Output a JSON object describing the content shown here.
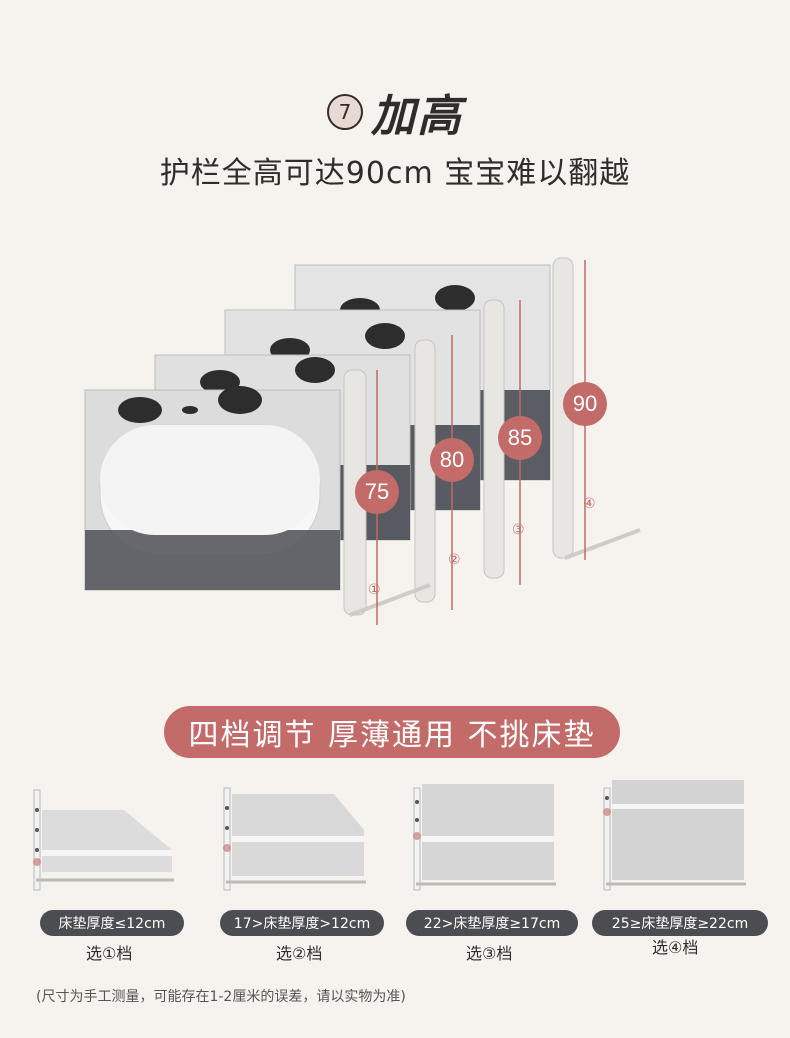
{
  "header": {
    "step": "7",
    "title": "加高",
    "subtitle": "护栏全高可达90cm 宝宝难以翻越"
  },
  "heights": [
    {
      "value": "75",
      "step": "①"
    },
    {
      "value": "80",
      "step": "②"
    },
    {
      "value": "85",
      "step": "③"
    },
    {
      "value": "90",
      "step": "④"
    }
  ],
  "banner": "四档调节 厚薄通用 不挑床垫",
  "options": [
    {
      "label": "床垫厚度≤12cm",
      "choice": "选①档"
    },
    {
      "label": "17>床垫厚度>12cm",
      "choice": "选②档"
    },
    {
      "label": "22>床垫厚度≥17cm",
      "choice": "选③档"
    },
    {
      "label": "25≥床垫厚度≥22cm",
      "choice": "选④档"
    }
  ],
  "footnote": "(尺寸为手工测量，可能存在1-2厘米的误差，请以实物为准)",
  "colors": {
    "background": "#f6f2ed",
    "accent": "#c26b69",
    "pill": "#4c4d52",
    "rail_dark": "#55585e",
    "rail_light": "#d9d9d9"
  }
}
